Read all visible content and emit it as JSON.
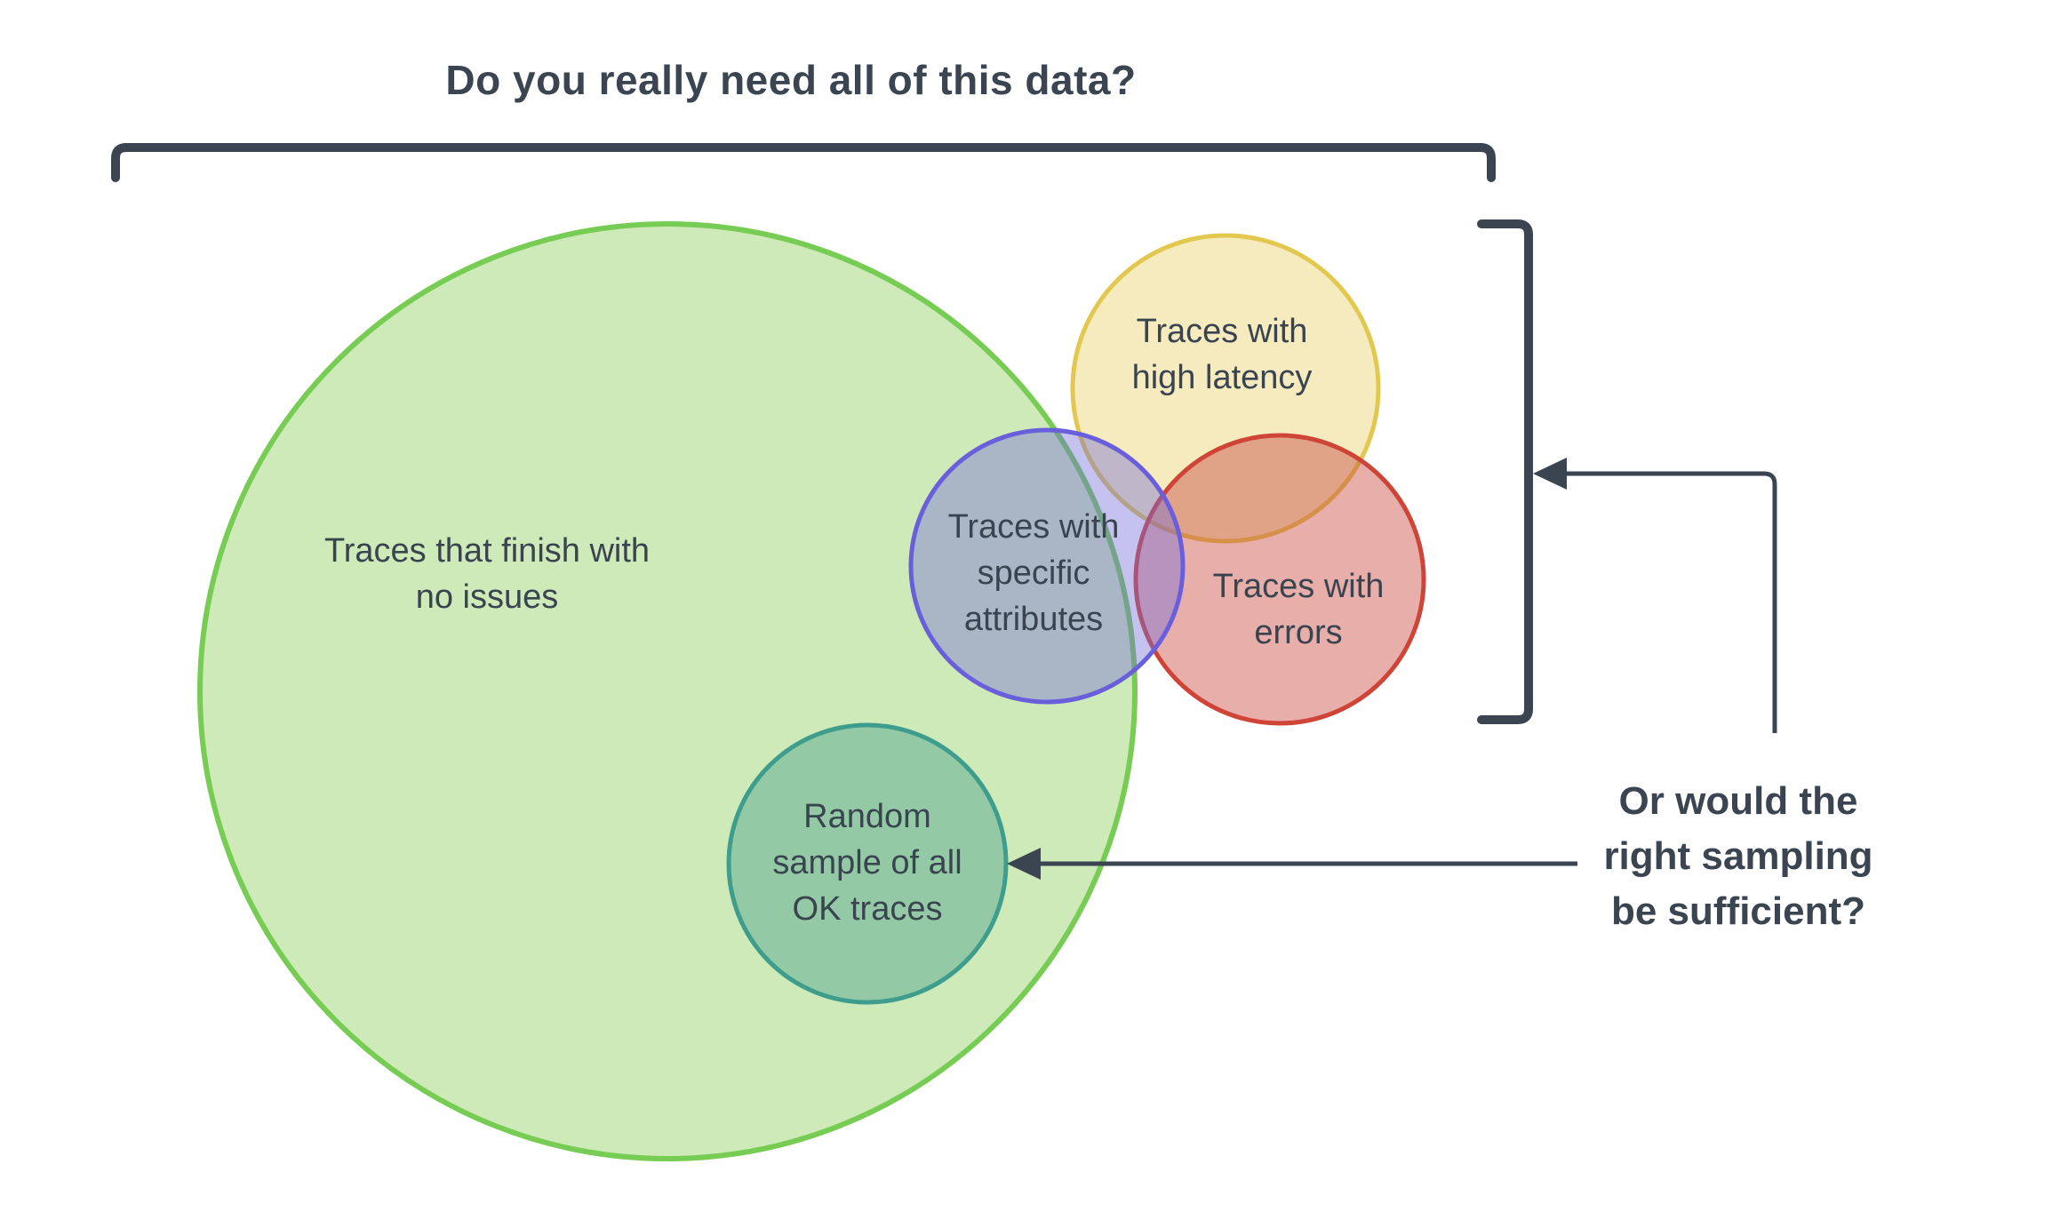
{
  "title": {
    "text": "Do you really need all of this data?"
  },
  "question": {
    "text": "Or would the\nright sampling\nbe sufficient?"
  },
  "circles": {
    "all_ok_traces": {
      "label": "Traces that finish with\nno issues",
      "fill": "#90d061",
      "stroke": "#77cc53"
    },
    "high_latency": {
      "label": "Traces with\nhigh latency",
      "fill": "#e7cf67",
      "stroke": "#e2c84f"
    },
    "specific_attributes": {
      "label": "Traces with\nspecific\nattributes",
      "fill": "#756ed9",
      "stroke": "#695fdd"
    },
    "errors": {
      "label": "Traces with\nerrors",
      "fill": "#ca4b42",
      "stroke": "#cf4437"
    },
    "random_sample": {
      "label": "Random\nsample of all\nOK traces",
      "fill": "#4da58f",
      "stroke": "#3f9d8d"
    }
  },
  "colors": {
    "ink": "#3b4551",
    "background": "#ffffff"
  }
}
